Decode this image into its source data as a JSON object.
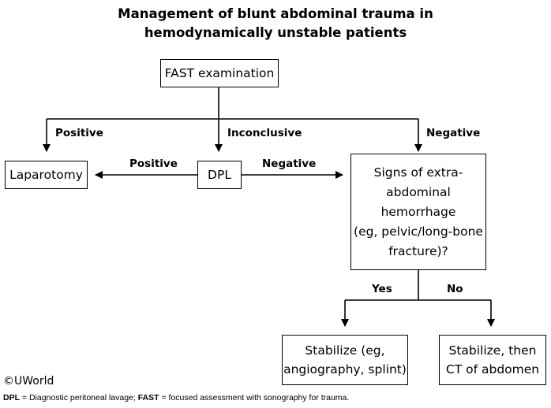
{
  "title": {
    "line1": "Management of blunt abdominal trauma in",
    "line2": "hemodynamically unstable patients"
  },
  "nodes": {
    "fast": "FAST examination",
    "laparotomy": "Laparotomy",
    "dpl": "DPL",
    "signs": [
      "Signs of extra-",
      "abdominal",
      "hemorrhage",
      "(eg, pelvic/long-bone",
      "fracture)?"
    ],
    "stabilize_angio": [
      "Stabilize (eg,",
      "angiography, splint)"
    ],
    "stabilize_ct": [
      "Stabilize, then",
      "CT of  abdomen"
    ]
  },
  "edge_labels": {
    "fast_positive": "Positive",
    "fast_inconclusive": "Inconclusive",
    "fast_negative": "Negative",
    "dpl_positive": "Positive",
    "dpl_negative": "Negative",
    "yes": "Yes",
    "no": "No"
  },
  "copyright": "©UWorld",
  "footnote": {
    "dpl_abbr": "DPL",
    "dpl_def": " = Diagnostic peritoneal lavage; ",
    "fast_abbr": "FAST",
    "fast_def": " = focused assessment with sonography for trauma."
  }
}
